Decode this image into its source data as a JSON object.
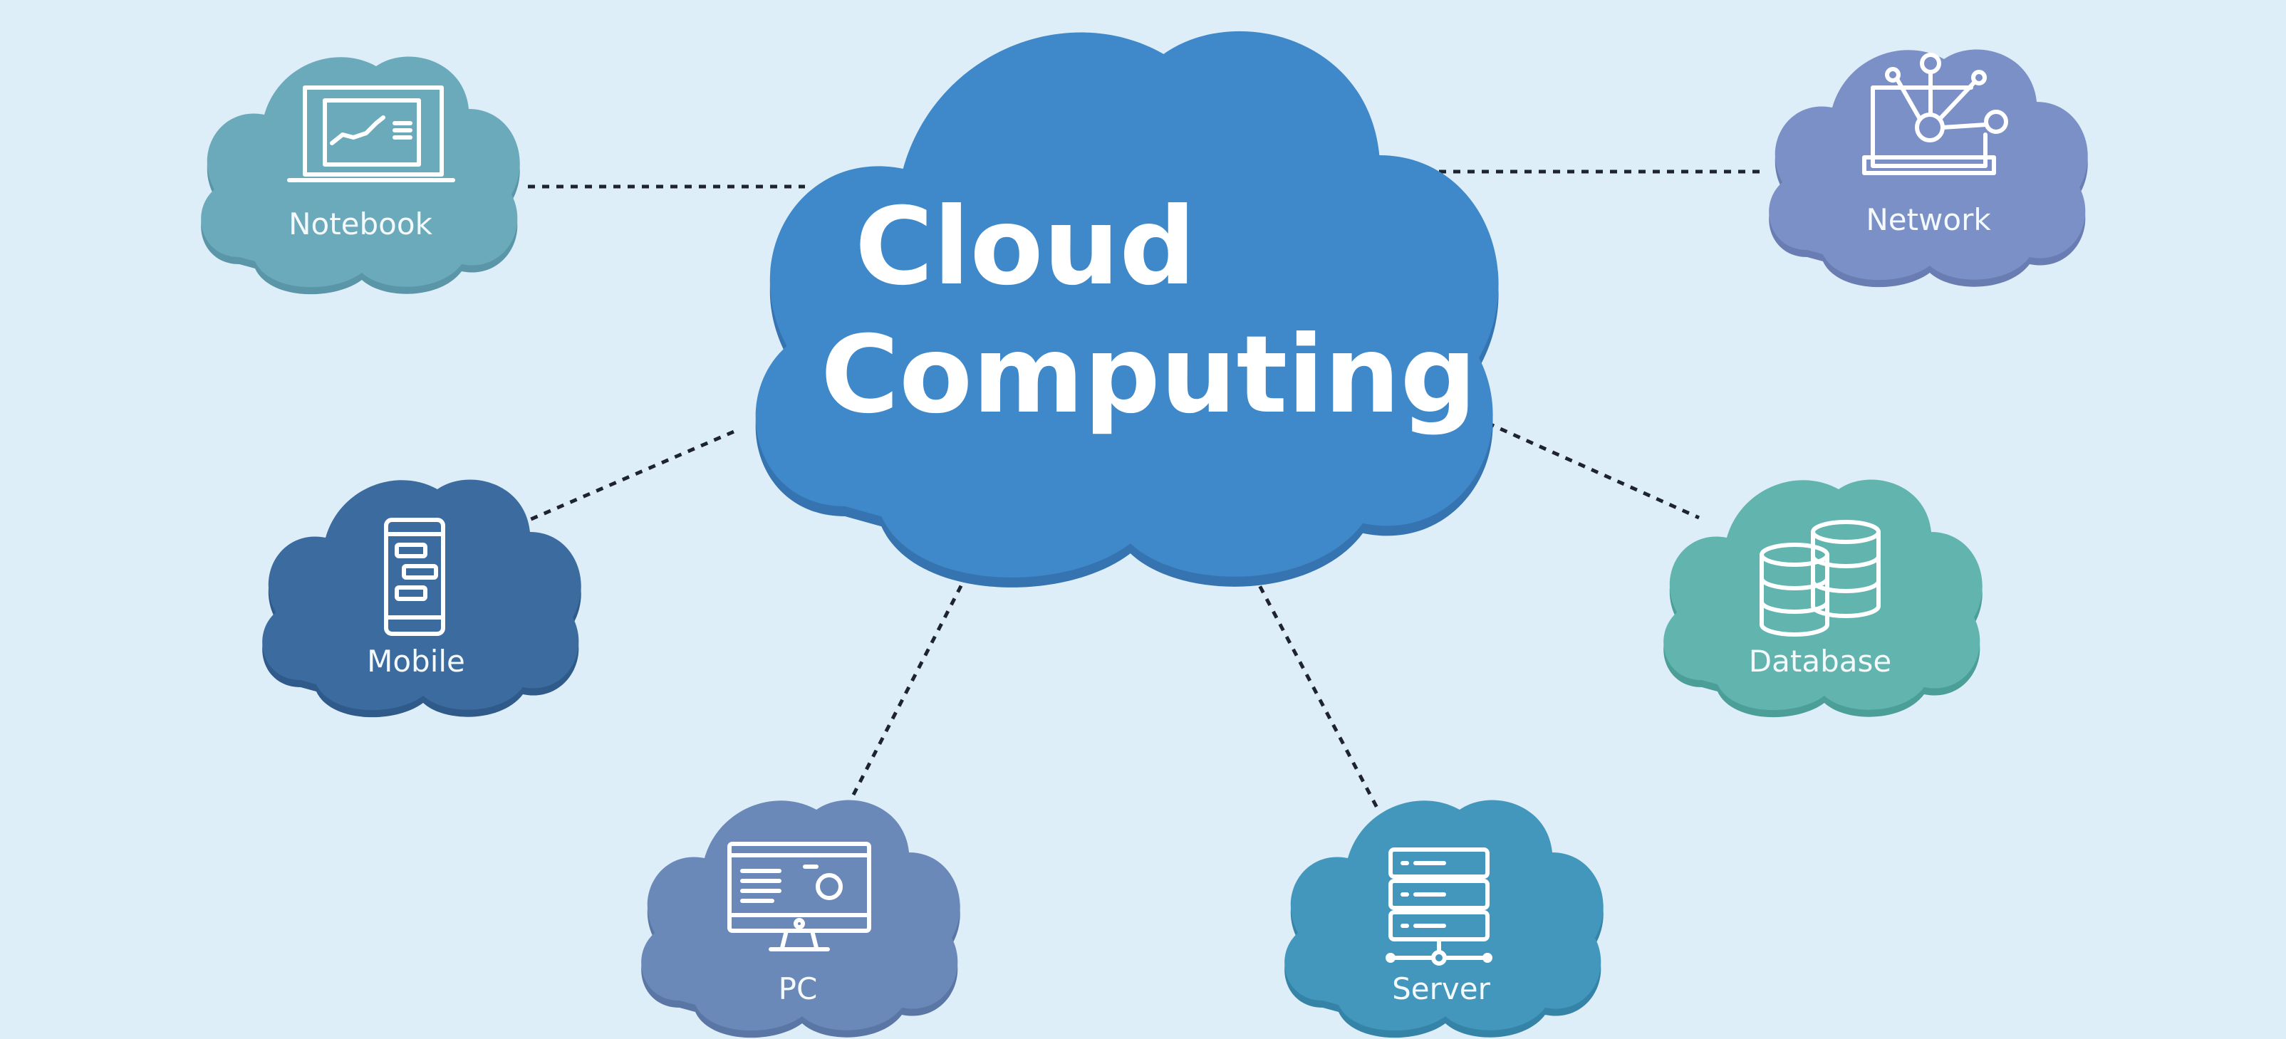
{
  "title": {
    "line1": "Cloud",
    "line2": "Computing"
  },
  "nodes": {
    "notebook": {
      "label": "Notebook",
      "icon": "laptop-icon",
      "color": "#6aaabb",
      "shade": "#5a96a8"
    },
    "network": {
      "label": "Network",
      "icon": "network-icon",
      "color": "#7a90c6",
      "shade": "#6a7db2"
    },
    "mobile": {
      "label": "Mobile",
      "icon": "smartphone-icon",
      "color": "#3b6b9f",
      "shade": "#2f5a8a"
    },
    "database": {
      "label": "Database",
      "icon": "database-icon",
      "color": "#62b4ae",
      "shade": "#4b9f98"
    },
    "pc": {
      "label": "PC",
      "icon": "monitor-icon",
      "color": "#6a88b8",
      "shade": "#5a76a4"
    },
    "server": {
      "label": "Server",
      "icon": "server-icon",
      "color": "#4397bd",
      "shade": "#3584a8"
    }
  },
  "colors": {
    "background": "#deeef8",
    "main_cloud": "#3f88c9",
    "main_cloud_shade": "#3574b0",
    "connector": "#1d2430"
  }
}
